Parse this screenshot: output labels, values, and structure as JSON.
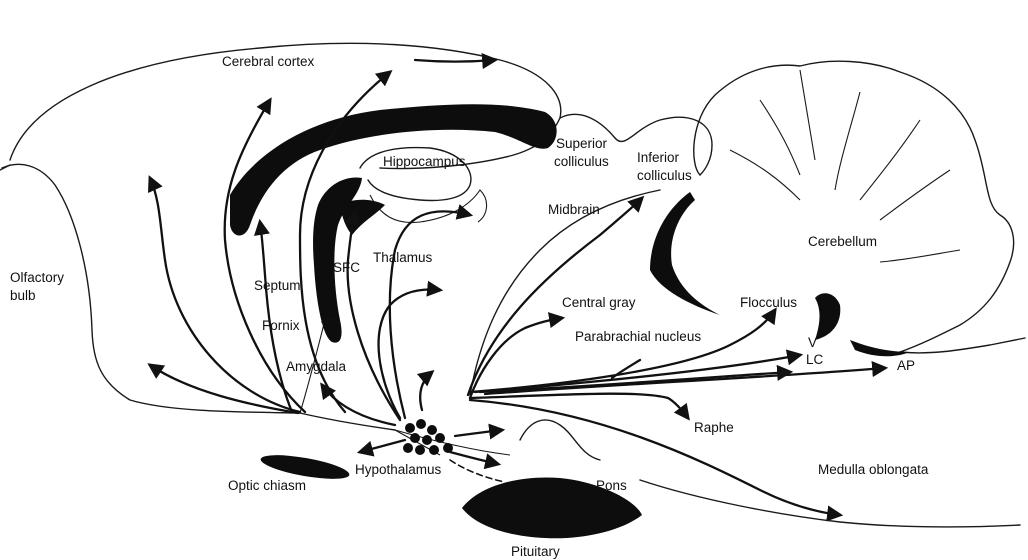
{
  "labels": {
    "cerebral_cortex": "Cerebral cortex",
    "hippocampus": "Hippocampus",
    "superior_colliculus_1": "Superior",
    "superior_colliculus_2": "colliculus",
    "inferior_colliculus_1": "Inferior",
    "inferior_colliculus_2": "colliculus",
    "midbrain": "Midbrain",
    "cerebellum": "Cerebellum",
    "olfactory_bulb_1": "Olfactory",
    "olfactory_bulb_2": "bulb",
    "septum": "Septum",
    "sfc": "SFC",
    "thalamus": "Thalamus",
    "fornix": "Fornix",
    "central_gray": "Central gray",
    "parabrachial_nucleus": "Parabrachial nucleus",
    "flocculus": "Flocculus",
    "v": "V",
    "lc": "LC",
    "ap": "AP",
    "amygdala": "Amygdala",
    "raphe": "Raphe",
    "hypothalamus": "Hypothalamus",
    "optic_chiasm": "Optic chiasm",
    "pons": "Pons",
    "medulla_oblongata": "Medulla oblongata",
    "pituitary": "Pituitary"
  }
}
